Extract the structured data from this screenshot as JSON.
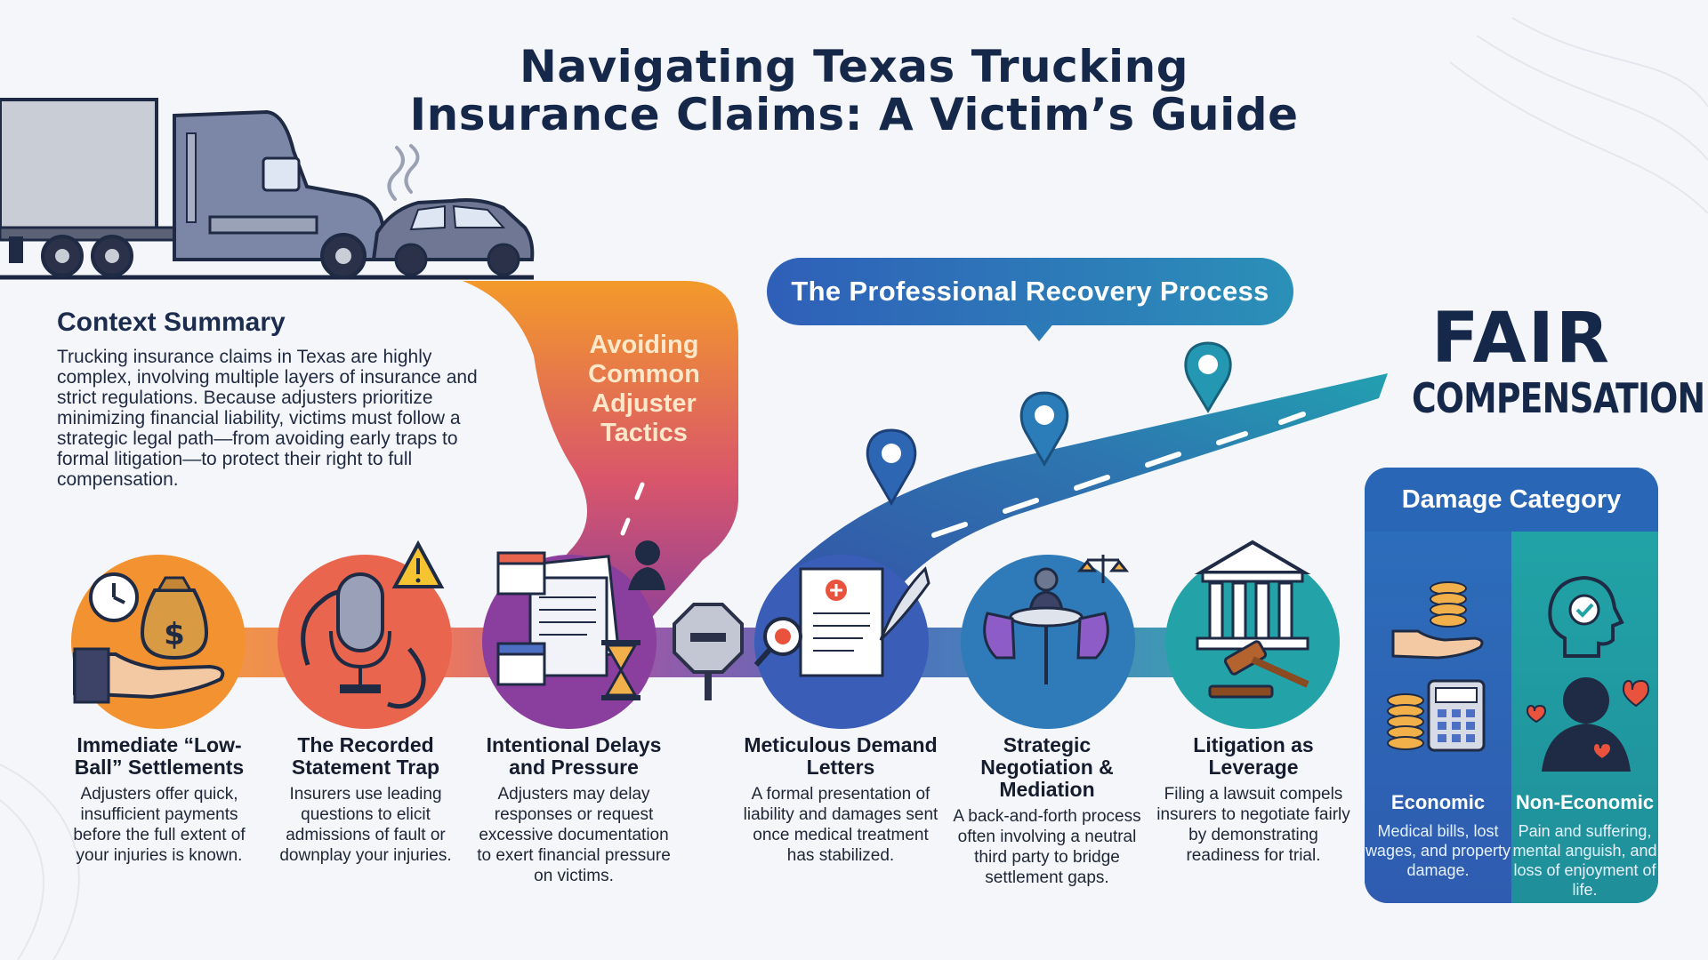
{
  "title": {
    "line1": "Navigating Texas Trucking",
    "line2": "Insurance Claims: A Victim’s Guide"
  },
  "context": {
    "heading": "Context Summary",
    "body": "Trucking insurance claims in Texas are highly complex, involving multiple layers of insurance and strict regulations. Because adjusters prioritize minimizing financial liability, victims must follow a strategic legal path—from avoiding early traps to formal litigation—to protect their right to full compensation."
  },
  "tactics_label": "Avoiding Common Adjuster Tactics",
  "process_banner": "The Professional Recovery Process",
  "goal": {
    "line1": "FAIR",
    "line2": "COMPENSATION"
  },
  "steps": [
    {
      "title": "Immediate “Low-Ball” Settlements",
      "desc": "Adjusters offer quick, insufficient payments before the full extent of your injuries is known."
    },
    {
      "title": "The Recorded Statement Trap",
      "desc": "Insurers use leading questions to elicit admissions of fault or downplay your injuries."
    },
    {
      "title": "Intentional Delays and Pressure",
      "desc": "Adjusters may delay responses or request excessive documentation to exert financial pressure on victims."
    },
    {
      "title": "Meticulous Demand Letters",
      "desc": "A formal presentation of liability and damages sent once medical treatment has stabilized."
    },
    {
      "title": "Strategic Negotiation & Mediation",
      "desc": "A back-and-forth process often involving a neutral third party to bridge settlement gaps."
    },
    {
      "title": "Litigation as Leverage",
      "desc": "Filing a lawsuit compels insurers to negotiate fairly by demonstrating readiness for trial."
    }
  ],
  "damage": {
    "heading": "Damage Category",
    "economic": {
      "title": "Economic",
      "desc": "Medical bills, lost wages, and property damage."
    },
    "non_economic": {
      "title": "Non-Economic",
      "desc": "Pain and suffering, mental anguish, and loss of enjoyment of life."
    }
  },
  "colors": {
    "navy": "#16284a",
    "orange": "#f08a24",
    "coral": "#ea6a4e",
    "purple": "#7b3f9e",
    "blue": "#2f62b2",
    "teal": "#21a3a6"
  },
  "icons": [
    "truck-icon",
    "car-icon",
    "smoke-icon",
    "clock-icon",
    "money-bag-icon",
    "hand-icon",
    "microphone-icon",
    "warning-icon",
    "tape-icon",
    "papers-icon",
    "calendar-icon",
    "hourglass-icon",
    "person-silhouette-icon",
    "stop-sign-icon",
    "document-icon",
    "quill-icon",
    "magnifier-icon",
    "table-chairs-icon",
    "scales-icon",
    "courthouse-icon",
    "gavel-icon",
    "map-pin-icon",
    "coins-icon",
    "calculator-icon",
    "head-check-icon",
    "heart-icon"
  ]
}
